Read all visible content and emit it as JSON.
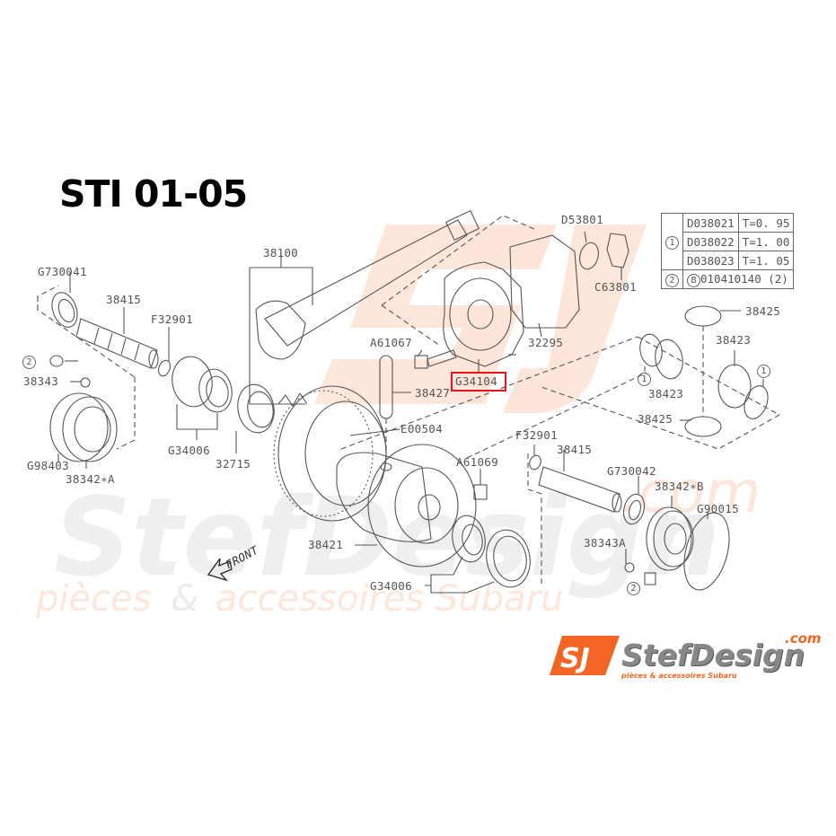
{
  "title": "STI 01-05",
  "watermark": {
    "brand": "StefDesign",
    "tagline": "pièces & accessoires Subaru",
    "domain_suffix": ".com",
    "colors": {
      "orange": "#f26522",
      "grey": "#c8c8c8",
      "pale_orange": "#fbd9c8"
    }
  },
  "highlight": {
    "part": "G34104",
    "color": "#e8141b"
  },
  "parts_table": {
    "rows": [
      {
        "ref": "1",
        "part": "D038021",
        "spec": "T=0. 95"
      },
      {
        "ref": "1",
        "part": "D038022",
        "spec": "T=1. 00"
      },
      {
        "ref": "1",
        "part": "D038023",
        "spec": "T=1. 05"
      }
    ],
    "bolt_row": {
      "ref": "2",
      "marker": "B",
      "value": "010410140 (2)"
    }
  },
  "labels": {
    "g730041": "G730041",
    "p38415_left": "38415",
    "f32901_left": "F32901",
    "ref2_left": "2",
    "p38343": "38343",
    "g98403": "G98403",
    "p38342a": "38342∗A",
    "g34006_left": "G34006",
    "p32715": "32715",
    "p38100": "38100",
    "a61067": "A61067",
    "g34104": "G34104",
    "p38427": "38427",
    "e00504": "E00504",
    "d53801": "D53801",
    "c63801": "C63801",
    "p32295": "32295",
    "p38425_top": "38425",
    "p38423_right": "38423",
    "p38423_left": "38423",
    "ref1_left": "1",
    "ref1_right": "1",
    "p38425_bottom": "38425",
    "f32901_right": "F32901",
    "p38415_right": "38415",
    "a61069": "A61069",
    "g730042": "G730042",
    "p38342b": "38342∗B",
    "g90015": "G90015",
    "p38343a": "38343A",
    "ref2_right": "2",
    "p38421": "38421",
    "g34006_bottom": "G34006",
    "front": "FRONT"
  },
  "logo": {
    "mark": "SJ",
    "name": "StefDesign",
    "suffix": ".com",
    "tagline": "pièces & accessoires Subaru"
  }
}
